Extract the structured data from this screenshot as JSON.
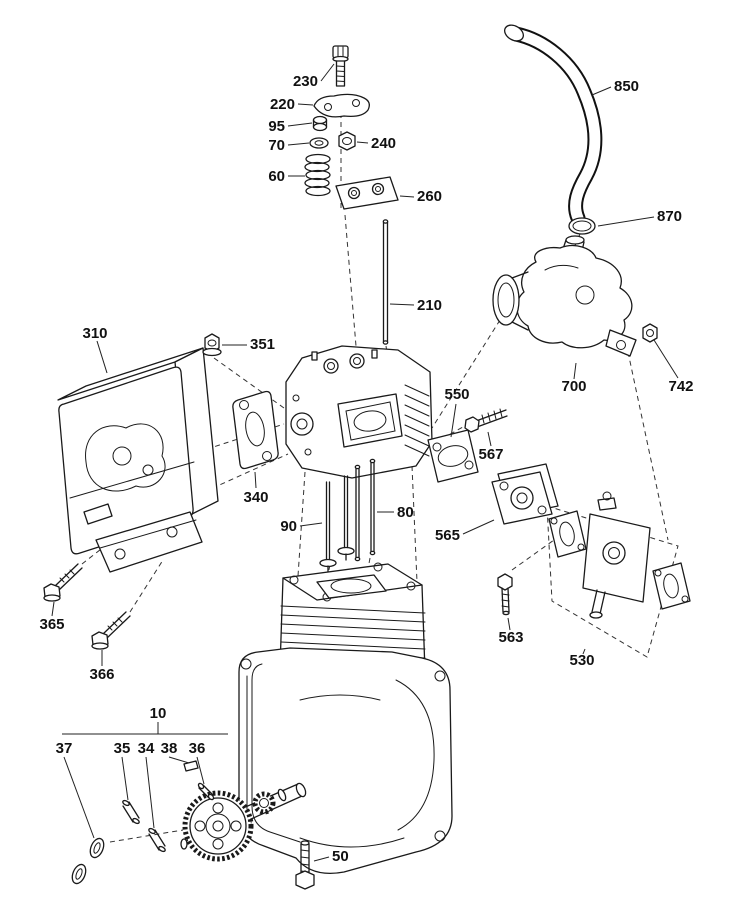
{
  "diagram": {
    "labels": {
      "n230": "230",
      "n220": "220",
      "n95": "95",
      "n70": "70",
      "n60": "60",
      "n240": "240",
      "n260": "260",
      "n210": "210",
      "n850": "850",
      "n870": "870",
      "n310": "310",
      "n351": "351",
      "n340": "340",
      "n90": "90",
      "n80": "80",
      "n550": "550",
      "n567": "567",
      "n565": "565",
      "n700": "700",
      "n742": "742",
      "n563": "563",
      "n530": "530",
      "n365": "365",
      "n366": "366",
      "n10": "10",
      "n37": "37",
      "n35": "35",
      "n34": "34",
      "n38": "38",
      "n36": "36",
      "n50": "50"
    }
  }
}
